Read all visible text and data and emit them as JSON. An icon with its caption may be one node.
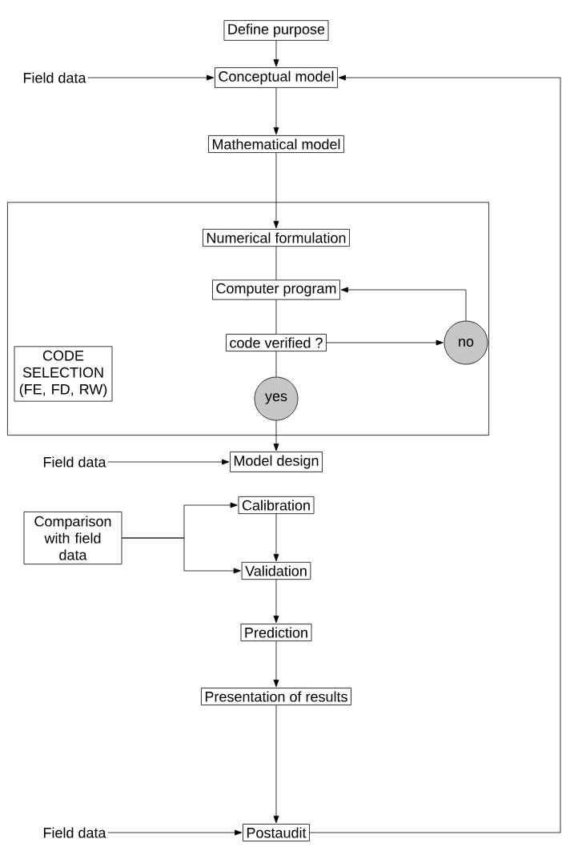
{
  "diagram": {
    "nodes": [
      {
        "text": [
          "Define purpose"
        ]
      },
      {
        "text": [
          "Field data"
        ]
      },
      {
        "text": [
          "Conceptual model"
        ]
      },
      {
        "text": [
          "Mathematical model"
        ]
      },
      {
        "text": [],
        "shape": "box"
      },
      {
        "text": [
          "Numerical formulation"
        ],
        "in": 4
      },
      {
        "text": [
          "Computer program"
        ],
        "in": 4
      },
      {
        "text": [
          "code verified ?"
        ],
        "in": 4
      },
      {
        "text": [
          "no"
        ],
        "in": 4
      },
      {
        "text": [
          "CODE SELECTION (FE, FD, RW)"
        ],
        "in": 4
      },
      {
        "text": [
          "yes"
        ],
        "in": 4
      },
      {
        "text": [
          "Field data"
        ]
      },
      {
        "text": [
          "Model design"
        ]
      },
      {
        "text": [
          "Comparison with field data"
        ]
      },
      {
        "text": [
          "Calibration"
        ]
      },
      {
        "text": [
          "Validation"
        ]
      },
      {
        "text": [
          "Prediction"
        ]
      },
      {
        "text": [
          "Presentation of results"
        ]
      },
      {
        "text": [
          "Field data"
        ]
      },
      {
        "text": [
          "Postaudit"
        ]
      }
    ],
    "edges": [
      {
        "from": 0,
        "to": 2,
        "arrow": "to"
      },
      {
        "from": 1,
        "to": 2,
        "arrow": "to"
      },
      {
        "from": 2,
        "to": 3,
        "arrow": "to"
      },
      {
        "from": 3,
        "to": 5,
        "arrow": "to"
      },
      {
        "from": 5,
        "to": 6,
        "arrow": "none"
      },
      {
        "from": 6,
        "to": 7,
        "arrow": "none"
      },
      {
        "from": 7,
        "to": 8,
        "arrow": "to"
      },
      {
        "from": 8,
        "to": 6,
        "arrow": "to"
      },
      {
        "from": 7,
        "to": 10,
        "arrow": "none"
      },
      {
        "from": 10,
        "to": 12,
        "arrow": "to"
      },
      {
        "from": 11,
        "to": 12,
        "arrow": "to"
      },
      {
        "from": 13,
        "to": 14,
        "arrow": "to"
      },
      {
        "from": 13,
        "to": 15,
        "arrow": "to"
      },
      {
        "from": 14,
        "to": 15,
        "arrow": "to"
      },
      {
        "from": 15,
        "to": 16,
        "arrow": "to"
      },
      {
        "from": 16,
        "to": 17,
        "arrow": "to"
      },
      {
        "from": 17,
        "to": 19,
        "arrow": "to"
      },
      {
        "from": 18,
        "to": 19,
        "arrow": "to"
      },
      {
        "from": 19,
        "to": 2,
        "arrow": "to"
      }
    ]
  }
}
